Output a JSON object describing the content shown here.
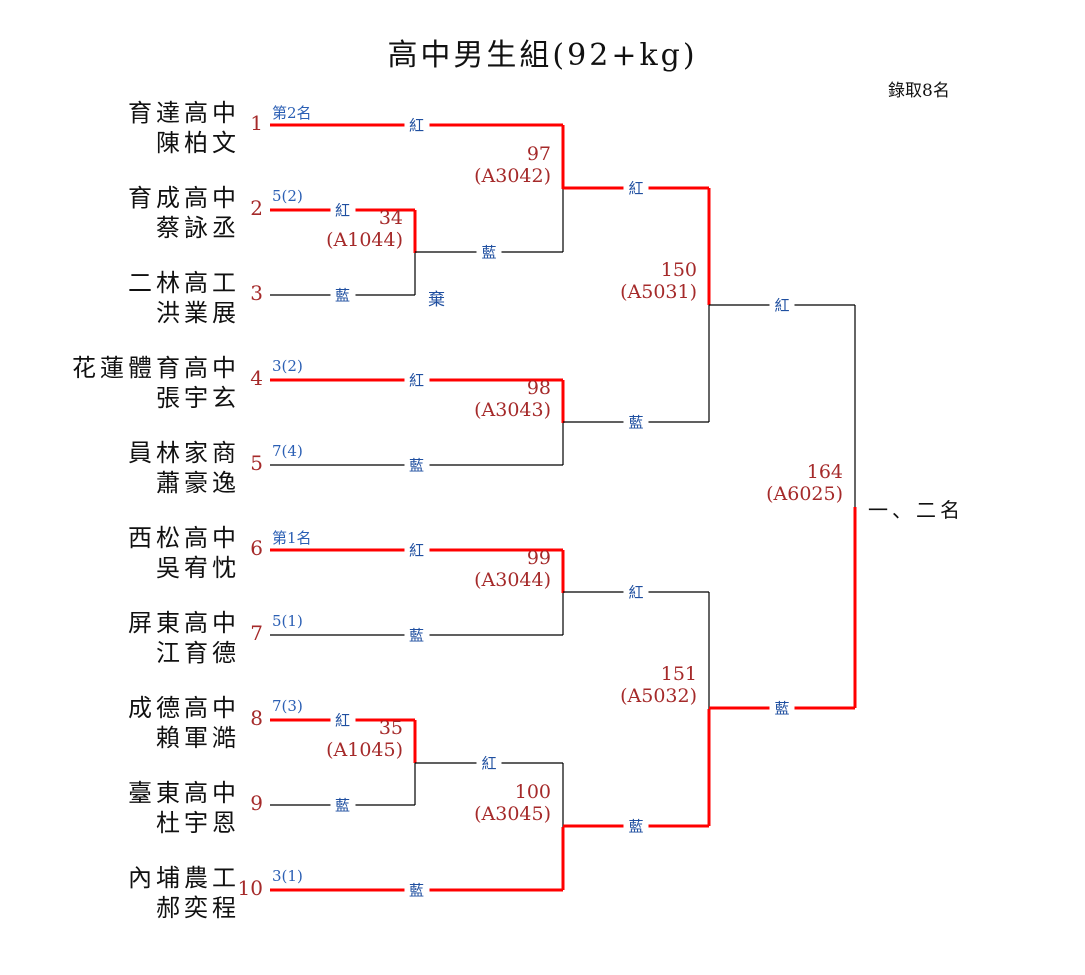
{
  "title": "高中男生組(92+kg)",
  "quota": "錄取8名",
  "colors": {
    "win_line": "#ff0000",
    "lose_line": "#000000",
    "seed": "#a52a2a",
    "corner": "#1f4fa0"
  },
  "entries": [
    {
      "seed": "1",
      "school": "育達高中",
      "name": "陳柏文",
      "note": "第2名"
    },
    {
      "seed": "2",
      "school": "育成高中",
      "name": "蔡詠丞",
      "note": "5(2)"
    },
    {
      "seed": "3",
      "school": "二林高工",
      "name": "洪業展",
      "note": ""
    },
    {
      "seed": "4",
      "school": "花蓮體育高中",
      "name": "張宇玄",
      "note": "3(2)"
    },
    {
      "seed": "5",
      "school": "員林家商",
      "name": "蕭豪逸",
      "note": "7(4)"
    },
    {
      "seed": "6",
      "school": "西松高中",
      "name": "吳宥忱",
      "note": "第1名"
    },
    {
      "seed": "7",
      "school": "屏東高中",
      "name": "江育德",
      "note": "5(1)"
    },
    {
      "seed": "8",
      "school": "成德高中",
      "name": "賴軍澔",
      "note": "7(3)"
    },
    {
      "seed": "9",
      "school": "臺東高中",
      "name": "杜宇恩",
      "note": ""
    },
    {
      "seed": "10",
      "school": "內埔農工",
      "name": "郝奕程",
      "note": "3(1)"
    }
  ],
  "matches": [
    {
      "id": "m34",
      "number": "34",
      "code": "(A1044)",
      "top": "紅",
      "bottom": "藍",
      "winner": "top"
    },
    {
      "id": "m35",
      "number": "35",
      "code": "(A1045)",
      "top": "紅",
      "bottom": "藍",
      "winner": "top"
    },
    {
      "id": "m97",
      "number": "97",
      "code": "(A3042)",
      "top": "紅",
      "bottom": "藍",
      "winner": "top"
    },
    {
      "id": "m98",
      "number": "98",
      "code": "(A3043)",
      "top": "紅",
      "bottom": "藍",
      "winner": "top"
    },
    {
      "id": "m99",
      "number": "99",
      "code": "(A3044)",
      "top": "紅",
      "bottom": "藍",
      "winner": "top"
    },
    {
      "id": "m100",
      "number": "100",
      "code": "(A3045)",
      "top": "紅",
      "bottom": "藍",
      "winner": "bottom"
    },
    {
      "id": "m150",
      "number": "150",
      "code": "(A5031)",
      "top": "紅",
      "bottom": "藍",
      "winner": "top"
    },
    {
      "id": "m151",
      "number": "151",
      "code": "(A5032)",
      "top": "紅",
      "bottom": "藍",
      "winner": "bottom"
    },
    {
      "id": "m164",
      "number": "164",
      "code": "(A6025)",
      "top": "紅",
      "bottom": "藍",
      "winner": "bottom"
    }
  ],
  "forfeit_mark": "棄",
  "final_label": "一、二名"
}
